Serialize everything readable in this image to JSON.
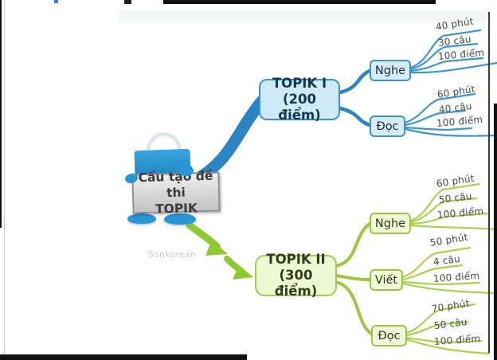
{
  "central": {
    "line1": "Cấu tạo đề thi",
    "line2": "TOPIK"
  },
  "watermark": "Sonkorean",
  "colors": {
    "blue_trunk": "#2b85c4",
    "blue_line": "#3d97c9",
    "blue_node_fill": "#cfe9f7",
    "blue_node_border": "#3e95c5",
    "green_trunk": "#9cc742",
    "green_line": "#abd14f",
    "green_node_fill": "#eef8d2",
    "green_node_border": "#a5cb49",
    "arrow_green": "#8ec832",
    "sign_border": "#8e8e8e",
    "label_text": "#45494d"
  },
  "topik1": {
    "title": "TOPIK I",
    "subtitle": "(200 điểm)",
    "children": [
      {
        "label": "Nghe",
        "items": [
          "40 phút",
          "30 câu",
          "100 điểm"
        ]
      },
      {
        "label": "Đọc",
        "items": [
          "60 phút",
          "40 câu",
          "100 điểm"
        ]
      }
    ]
  },
  "topik2": {
    "title": "TOPIK II",
    "subtitle": "(300 điểm)",
    "children": [
      {
        "label": "Nghe",
        "items": [
          "60 phút",
          "50 câu",
          "100 điểm"
        ]
      },
      {
        "label": "Viết",
        "items": [
          "50 phút",
          "4 câu",
          "100 điểm"
        ]
      },
      {
        "label": "Đọc",
        "items": [
          "70 phút",
          "50 câu",
          "100 điểm"
        ]
      }
    ]
  }
}
